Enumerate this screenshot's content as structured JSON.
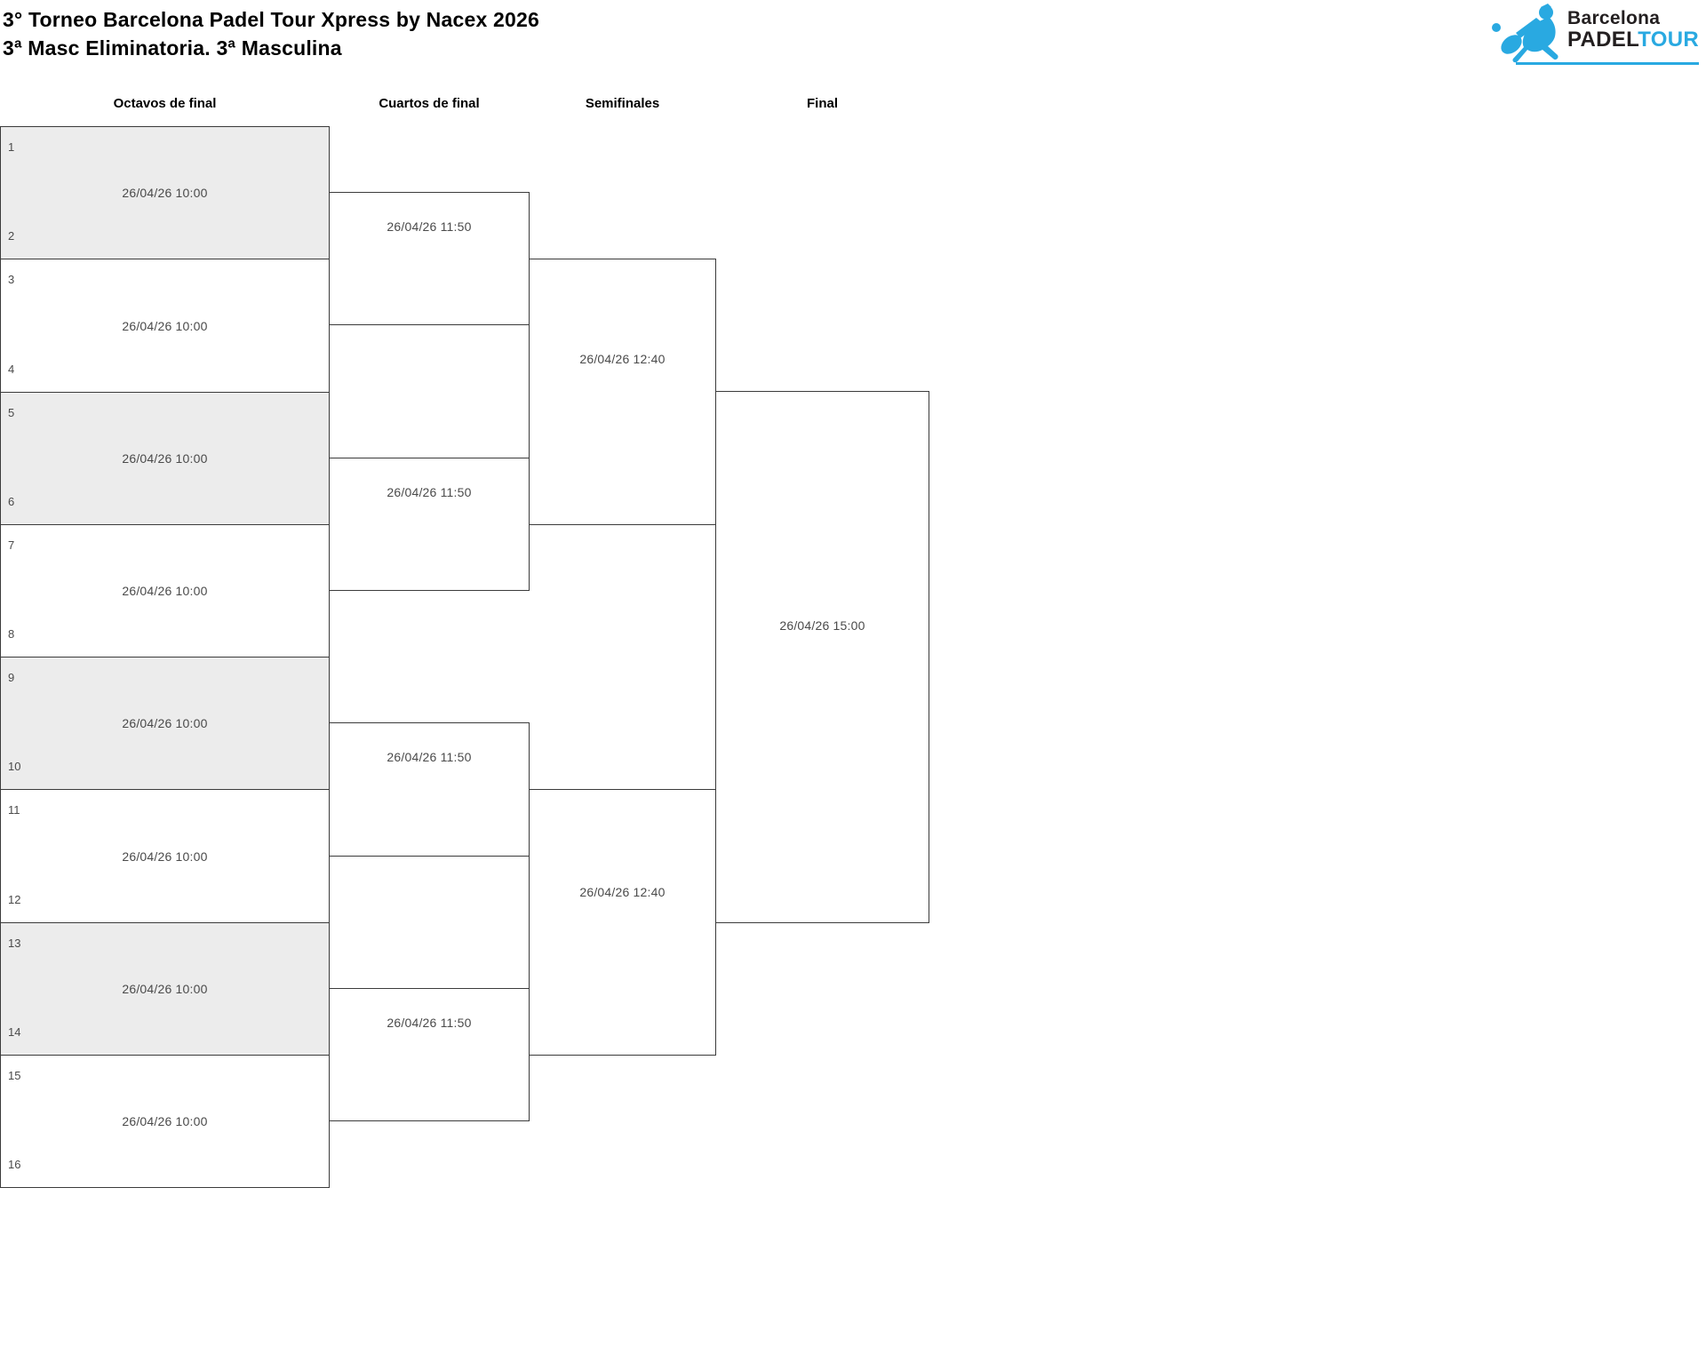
{
  "header": {
    "title": "3° Torneo Barcelona Padel Tour Xpress by Nacex 2026",
    "subtitle": "3ª Masc Eliminatoria. 3ª Masculina"
  },
  "logo": {
    "line1": "Barcelona",
    "line2_black": "PADEL",
    "line2_blue": "TOUR",
    "icon": "padel-player-with-racket-and-ball"
  },
  "colors": {
    "logo-blue": "#29a9e1",
    "logo-black": "#231f20",
    "border": "#3b3b3b",
    "shaded-fill": "#ececec",
    "muted-text": "#4a4a4a",
    "heading-text": "#000000"
  },
  "rounds": [
    {
      "label": "Octavos de final",
      "matches": [
        {
          "seed_top": "1",
          "seed_bottom": "2",
          "datetime": "26/04/26 10:00",
          "shaded": true
        },
        {
          "seed_top": "3",
          "seed_bottom": "4",
          "datetime": "26/04/26 10:00",
          "shaded": false
        },
        {
          "seed_top": "5",
          "seed_bottom": "6",
          "datetime": "26/04/26 10:00",
          "shaded": true
        },
        {
          "seed_top": "7",
          "seed_bottom": "8",
          "datetime": "26/04/26 10:00",
          "shaded": false
        },
        {
          "seed_top": "9",
          "seed_bottom": "10",
          "datetime": "26/04/26 10:00",
          "shaded": true
        },
        {
          "seed_top": "11",
          "seed_bottom": "12",
          "datetime": "26/04/26 10:00",
          "shaded": false
        },
        {
          "seed_top": "13",
          "seed_bottom": "14",
          "datetime": "26/04/26 10:00",
          "shaded": true
        },
        {
          "seed_top": "15",
          "seed_bottom": "16",
          "datetime": "26/04/26 10:00",
          "shaded": false
        }
      ]
    },
    {
      "label": "Cuartos de final",
      "matches": [
        {
          "datetime": "26/04/26 11:50"
        },
        {
          "datetime": "26/04/26 11:50"
        },
        {
          "datetime": "26/04/26 11:50"
        },
        {
          "datetime": "26/04/26 11:50"
        }
      ]
    },
    {
      "label": "Semifinales",
      "matches": [
        {
          "datetime": "26/04/26 12:40"
        },
        {
          "datetime": "26/04/26 12:40"
        }
      ]
    },
    {
      "label": "Final",
      "matches": [
        {
          "datetime": "26/04/26 15:00"
        }
      ]
    }
  ]
}
